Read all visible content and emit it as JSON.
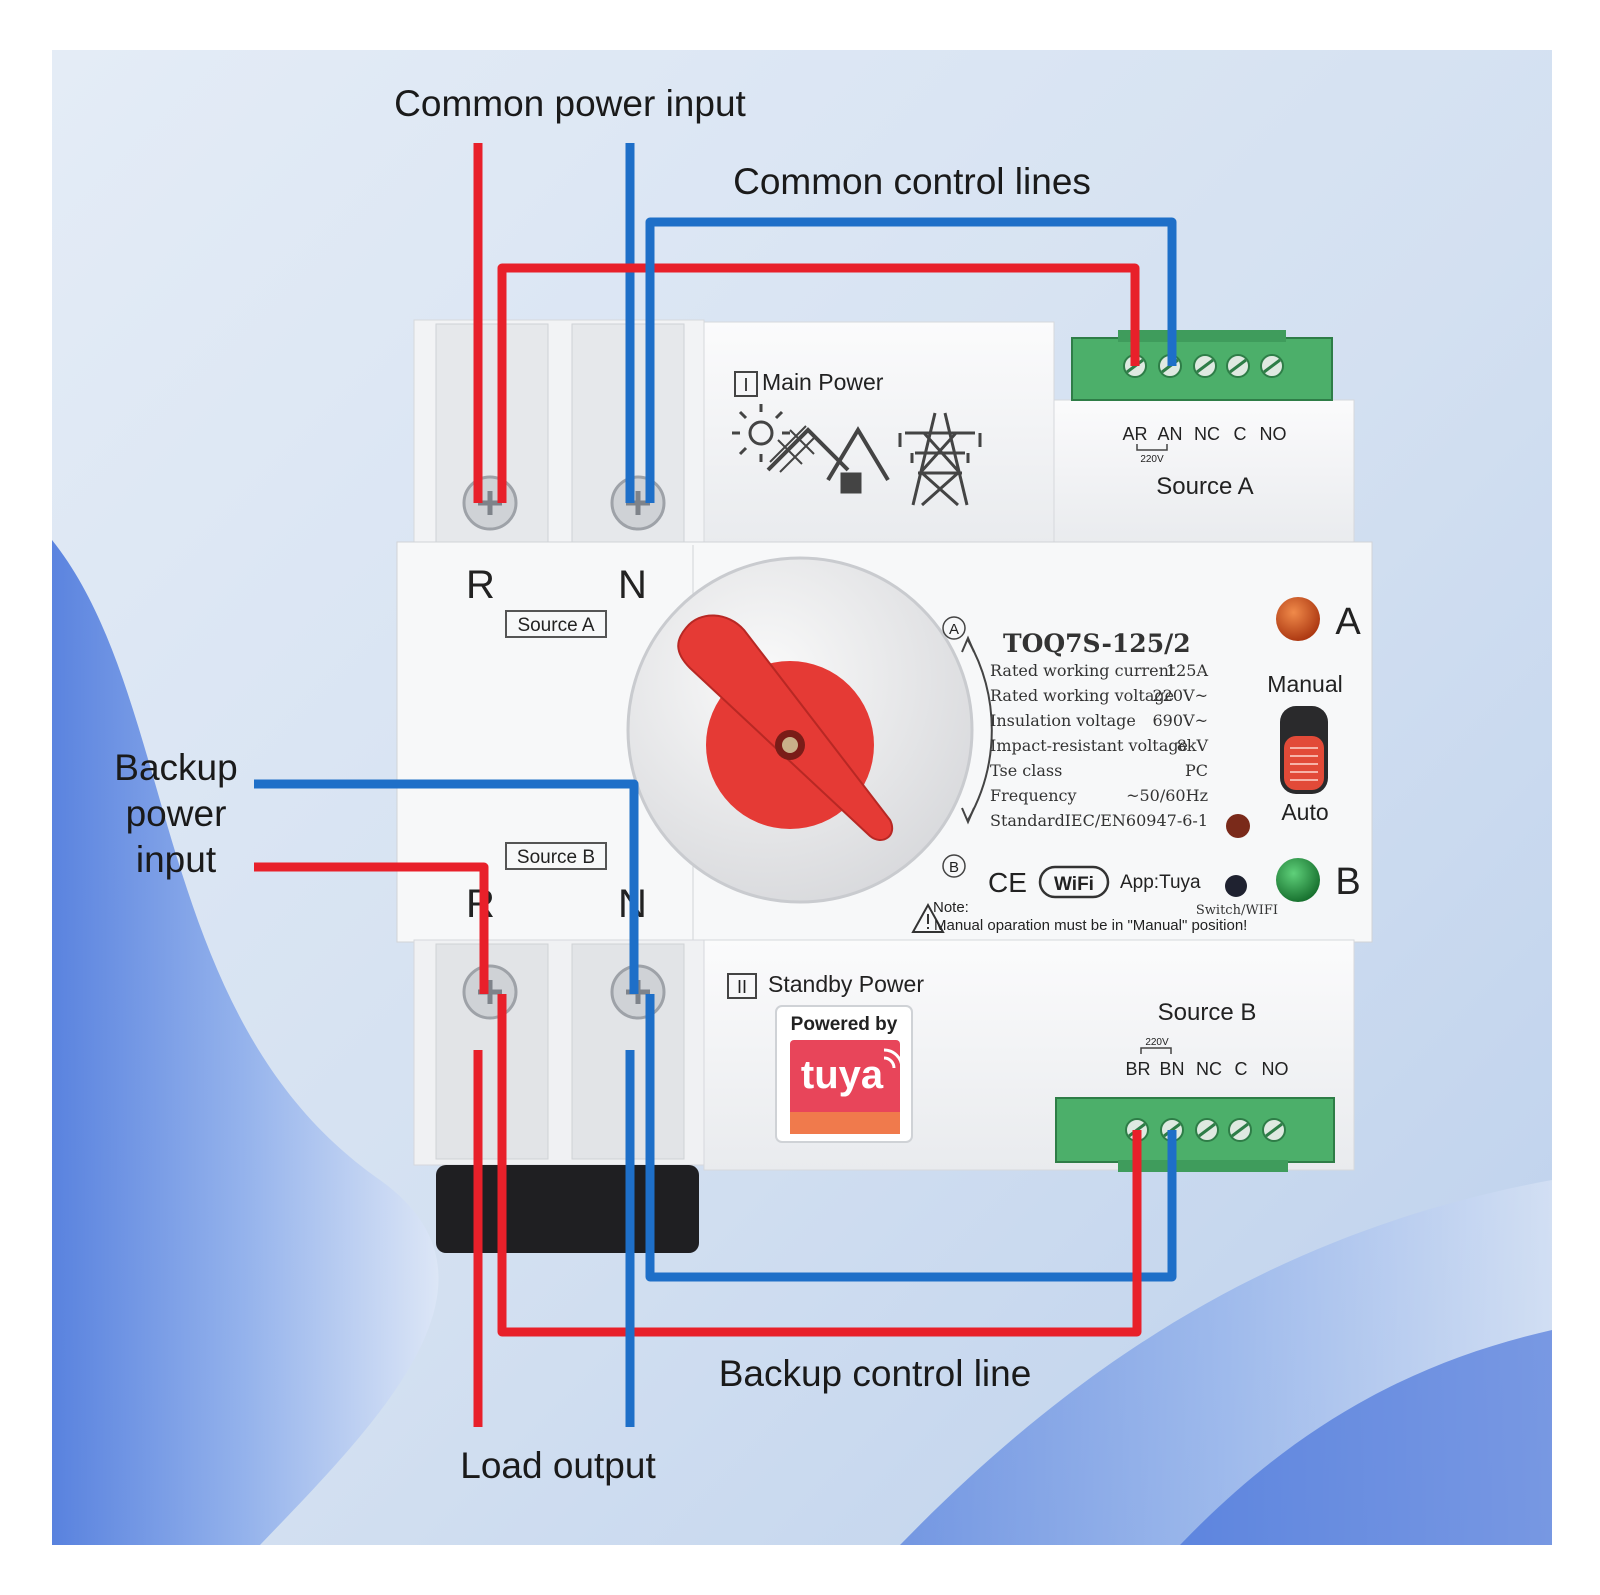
{
  "callouts": {
    "common_power_input": "Common power input",
    "common_control_lines": "Common control lines",
    "backup_power_input": [
      "Backup",
      "power",
      "input"
    ],
    "backup_control_line": "Backup control line",
    "load_output": "Load output"
  },
  "device": {
    "top_terminal_R": "R",
    "top_terminal_N": "N",
    "source_a_tag": "Source A",
    "source_b_tag": "Source B",
    "bottom_terminal_R": "R",
    "bottom_terminal_N": "N",
    "main_power_mark": "I",
    "main_power": "Main Power",
    "standby_power_mark": "II",
    "standby_power": "Standby Power",
    "source_a": "Source A",
    "source_b": "Source B",
    "relay_a_labels": [
      "AR",
      "AN",
      "NC",
      "C",
      "NO"
    ],
    "relay_a_voltage": "220V",
    "relay_b_labels": [
      "BR",
      "BN",
      "NC",
      "C",
      "NO"
    ],
    "relay_b_voltage": "220V",
    "dial_mark_a": "A",
    "dial_mark_b": "B",
    "model": "TOQ7S-125/2",
    "specs": [
      {
        "name": "Rated working current",
        "value": "125A"
      },
      {
        "name": "Rated working voltage",
        "value": "220V~"
      },
      {
        "name": "Insulation voltage",
        "value": "690V~"
      },
      {
        "name": "Impact-resistant voltage",
        "value": "8kV"
      },
      {
        "name": "Tse class",
        "value": "PC"
      },
      {
        "name": "Frequency",
        "value": "~50/60Hz"
      },
      {
        "name": "Standard",
        "value": "IEC/EN60947-6-1"
      }
    ],
    "indicator_a": "A",
    "indicator_b": "B",
    "mode_manual": "Manual",
    "mode_auto": "Auto",
    "ce_mark": "CE",
    "wifi_badge": "WiFi",
    "app": "App:Tuya",
    "switch_wifi": "Switch/WIFI",
    "note_title": "Note:",
    "note_text": "Manual oparation must be in \"Manual\" position!",
    "powered_by": "Powered by",
    "brand": "tuya"
  },
  "colors": {
    "live_wire": "#e8202a",
    "neutral_wire": "#1e6fc8",
    "handle": "#e53a35",
    "terminal_green": "#4caf6a",
    "led_a": "#c94a1c",
    "led_b": "#1e8a3c",
    "brand": "#e8455a"
  }
}
